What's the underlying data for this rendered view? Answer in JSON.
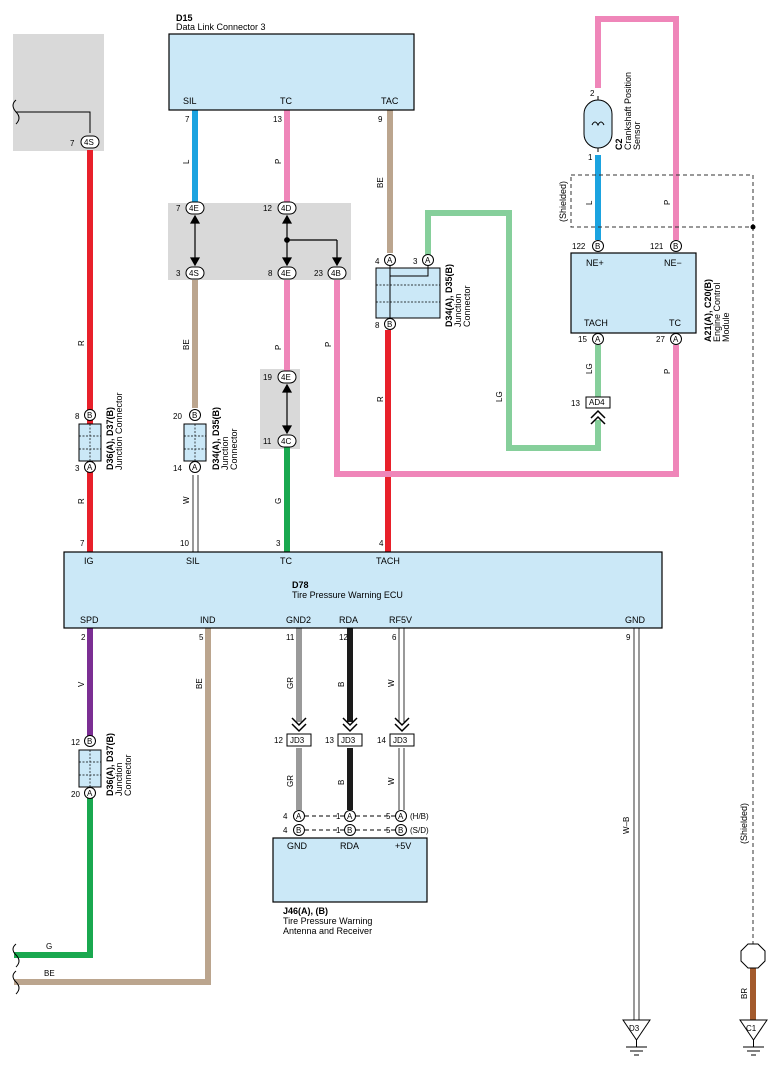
{
  "dlc": {
    "code": "D15",
    "name": "Data Link Connector 3",
    "pins": [
      "SIL",
      "TC",
      "TAC"
    ],
    "pin_nums": [
      "7",
      "13",
      "9"
    ]
  },
  "ecu": {
    "code": "D78",
    "name": "Tire Pressure Warning ECU",
    "top_pins": [
      "IG",
      "SIL",
      "TC",
      "TACH"
    ],
    "top_nums": [
      "7",
      "10",
      "3",
      "4"
    ],
    "bot_pins": [
      "SPD",
      "IND",
      "GND2",
      "RDA",
      "RF5V",
      "GND"
    ],
    "bot_nums": [
      "2",
      "5",
      "11",
      "12",
      "6",
      "9"
    ]
  },
  "ecm": {
    "code": "A21(A), C20(B)",
    "name1": "Engine Control",
    "name2": "Module",
    "pins": [
      "NE+",
      "NE−",
      "TACH",
      "TC"
    ],
    "nums": [
      "122",
      "121",
      "15",
      "27"
    ],
    "letters": [
      "B",
      "B",
      "A",
      "A"
    ]
  },
  "sensor": {
    "code": "C2",
    "name1": "Crankshaft Position",
    "name2": "Sensor",
    "pin_top": "2",
    "pin_bot": "1"
  },
  "shielded": "(Shielded)",
  "jc1": {
    "code": "D36(A), D37(B)",
    "name": "Junction Connector",
    "top_num": "8",
    "bot_num": "3",
    "top_letter": "B",
    "bot_letter": "A"
  },
  "jc2": {
    "code": "D34(A), D35(B)",
    "name": "Junction",
    "name2": "Connector",
    "top_num": "20",
    "bot_num": "14",
    "top_letter": "B",
    "bot_letter": "A"
  },
  "jc3": {
    "code": "D34(A), D35(B)",
    "name": "Junction",
    "name2": "Connector",
    "p1": "4",
    "p2": "3",
    "p3": "8",
    "l1": "A",
    "l2": "A",
    "l3": "B"
  },
  "jc4": {
    "code": "D36(A), D37(B)",
    "name": "Junction",
    "name2": "Connector",
    "top_num": "12",
    "bot_num": "20",
    "top_letter": "B",
    "bot_letter": "A"
  },
  "splices": {
    "s4S_top": "4S",
    "s4S_top_n": "7",
    "s4E_a": "4E",
    "s4E_a_n": "7",
    "s4D": "4D",
    "s4D_n": "12",
    "s4S_b": "4S",
    "s4S_b_n": "3",
    "s4E_b": "4E",
    "s4E_b_n": "8",
    "s4B": "4B",
    "s4B_n": "23",
    "s4E_c": "4E",
    "s4E_c_n": "19",
    "s4C": "4C",
    "s4C_n": "11"
  },
  "receiver": {
    "code": "J46(A), (B)",
    "name1": "Tire Pressure Warning",
    "name2": "Antenna and Receiver",
    "pins": [
      "GND",
      "RDA",
      "+5V"
    ],
    "row_a_nums": [
      "4",
      "1",
      "5"
    ],
    "row_b_nums": [
      "4",
      "1",
      "5"
    ],
    "ha": "(H/B)",
    "sd": "(S/D)",
    "la": "A",
    "lb": "B"
  },
  "jd3": {
    "label": "JD3",
    "nums": [
      "12",
      "13",
      "14"
    ]
  },
  "ad4": {
    "label": "AD4",
    "num": "13"
  },
  "grounds": {
    "d3": "D3",
    "c1": "C1"
  },
  "wire_colors": {
    "R": "R",
    "L": "L",
    "P": "P",
    "BE": "BE",
    "W": "W",
    "G": "G",
    "LG": "LG",
    "V": "V",
    "GR": "GR",
    "B": "B",
    "WB": "W–B",
    "BR": "BR"
  },
  "colors": {
    "red": "#e8202a",
    "blue": "#1ba3e0",
    "pink": "#ef86b9",
    "beige": "#bba58e",
    "green": "#19a84f",
    "lightgreen": "#86cf9b",
    "purple": "#7b2e93",
    "gray": "#9a9a9a",
    "black": "#1a1a1a",
    "brown": "#a35a2c",
    "box": "#cbe8f7"
  }
}
